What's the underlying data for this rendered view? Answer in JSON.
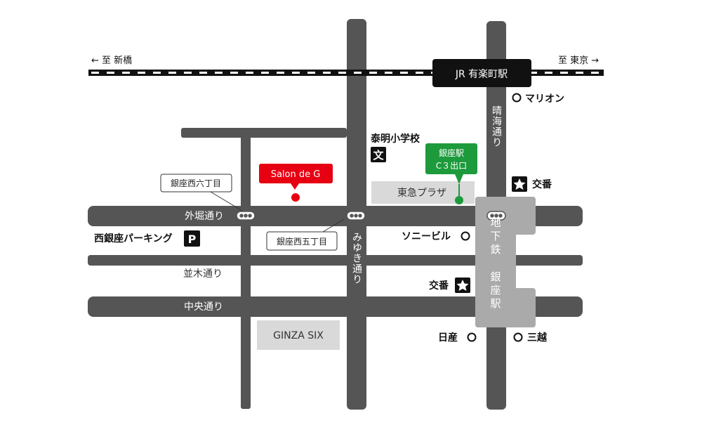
{
  "rail": {
    "west_label": "← 至 新橋",
    "east_label": "至 東京 →",
    "station": "JR 有楽町駅"
  },
  "streets": {
    "sotobori": "外堀通り",
    "namiki": "並木通り",
    "chuo": "中央通り",
    "miyuki": "みゆき通り",
    "harumi": "晴海通り"
  },
  "blocks": {
    "nishi6": "銀座西六丁目",
    "nishi5": "銀座西五丁目"
  },
  "markers": {
    "salon": "Salon de G",
    "exit_line1": "銀座駅",
    "exit_line2": "C３出口"
  },
  "landmarks": {
    "marion": "マリオン",
    "taimei": "泰明小学校",
    "school_symbol": "文",
    "koban": "交番",
    "tokyu": "東急プラザ",
    "sony": "ソニービル",
    "parking": "西銀座パーキング",
    "parking_symbol": "P",
    "ginza_six": "GINZA SIX",
    "nissan": "日産",
    "mitsukoshi": "三越"
  },
  "subway": {
    "line1": "地",
    "line2": "下",
    "line3": "鉄",
    "line4": "銀",
    "line5": "座",
    "line6": "駅"
  },
  "colors": {
    "road": "#555555",
    "salon": "#e60012",
    "exit": "#1d9a3c",
    "building": "#d9d9d9",
    "station": "#aaaaaa"
  }
}
